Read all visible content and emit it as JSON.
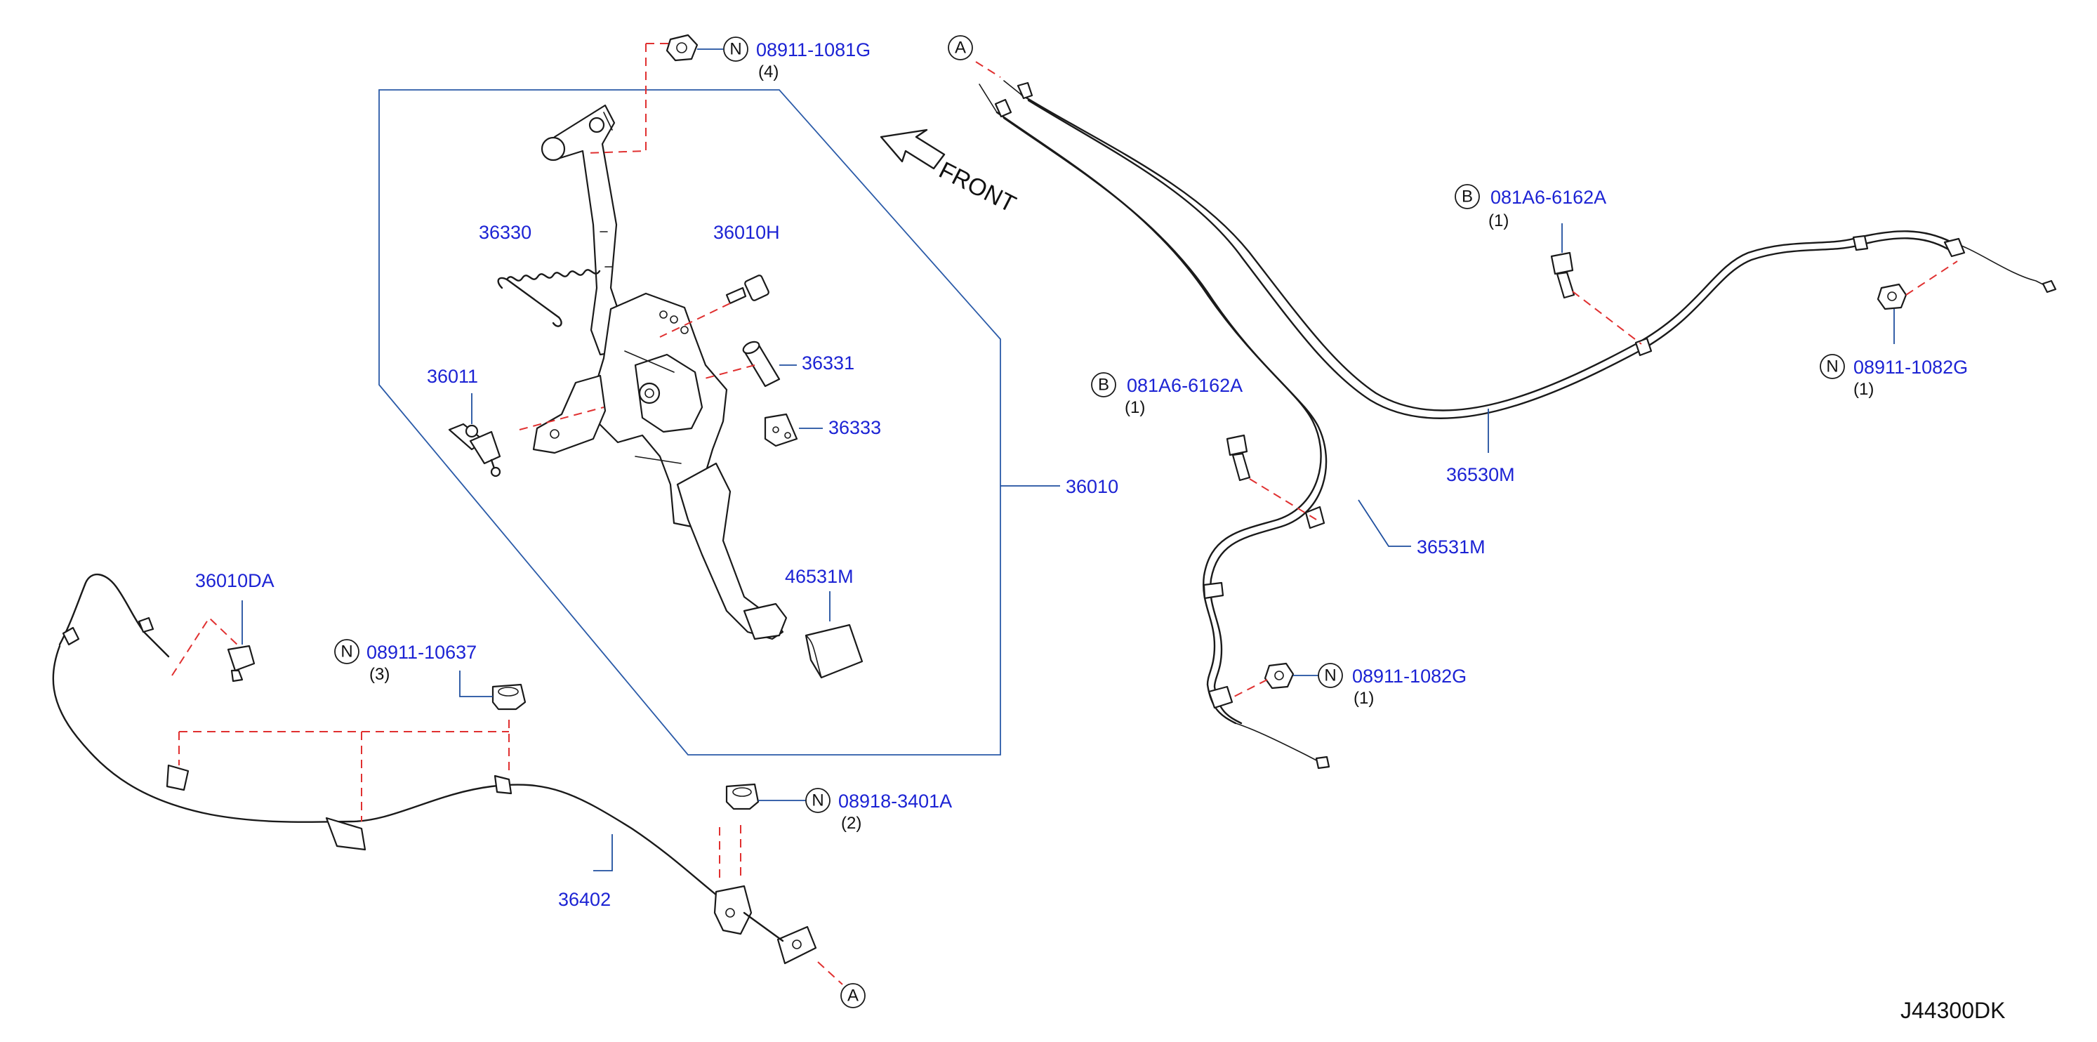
{
  "diagram_code": "J44300DK",
  "front_label": "FRONT",
  "parts": {
    "nut_top": {
      "prefix": "N",
      "number": "08911-1081G",
      "qty": "(4)"
    },
    "spring": {
      "number": "36330"
    },
    "bolt_pedal": {
      "number": "36010H"
    },
    "bushing": {
      "number": "36331"
    },
    "pin_36011": {
      "number": "36011"
    },
    "bracket_36333": {
      "number": "36333"
    },
    "pedal_assy": {
      "number": "36010"
    },
    "pedal_pad": {
      "number": "46531M"
    },
    "clip": {
      "number": "36010DA"
    },
    "nut_front_cable": {
      "prefix": "N",
      "number": "08911-10637",
      "qty": "(3)"
    },
    "nut_lock": {
      "prefix": "N",
      "number": "08918-3401A",
      "qty": "(2)"
    },
    "front_cable": {
      "number": "36402"
    },
    "bolt_right": {
      "prefix": "B",
      "number": "081A6-6162A",
      "qty": "(1)"
    },
    "bolt_center": {
      "prefix": "B",
      "number": "081A6-6162A",
      "qty": "(1)"
    },
    "rear_cable_rh": {
      "number": "36530M"
    },
    "rear_cable_lh": {
      "number": "36531M"
    },
    "nut_right": {
      "prefix": "N",
      "number": "08911-1082G",
      "qty": "(1)"
    },
    "nut_center": {
      "prefix": "N",
      "number": "08911-1082G",
      "qty": "(1)"
    }
  },
  "connectors": {
    "top": "A",
    "bottom": "A"
  }
}
